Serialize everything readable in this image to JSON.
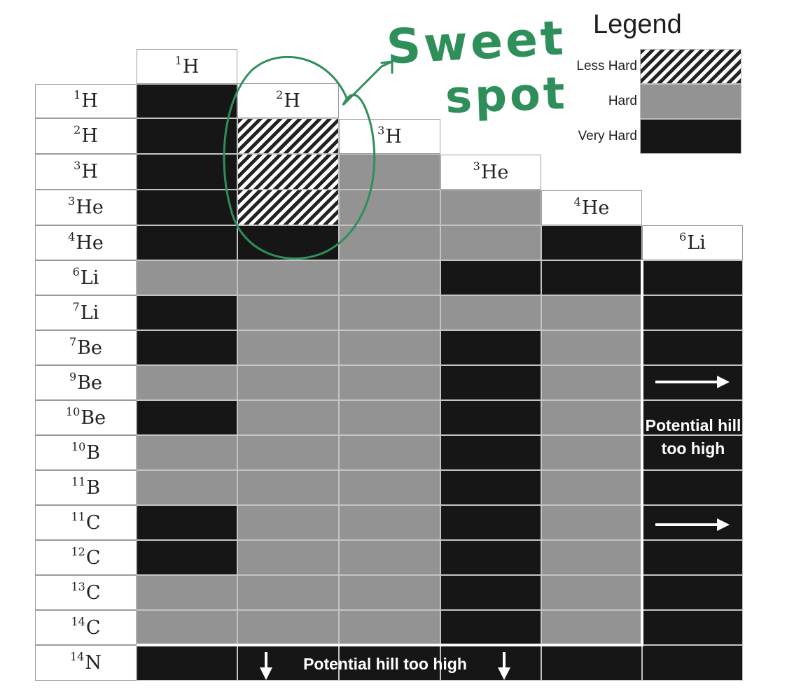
{
  "legend": {
    "title": "Legend",
    "items": [
      {
        "label": "Less Hard",
        "class": "less"
      },
      {
        "label": "Hard",
        "class": "hard"
      },
      {
        "label": "Very Hard",
        "class": "very"
      }
    ]
  },
  "colors": {
    "less": "#222222",
    "hard": "#939393",
    "very": "#161616",
    "annotation": "#2f8f5b"
  },
  "columns": [
    {
      "sym": "H",
      "mass": "1"
    },
    {
      "sym": "H",
      "mass": "2"
    },
    {
      "sym": "H",
      "mass": "3"
    },
    {
      "sym": "He",
      "mass": "3"
    },
    {
      "sym": "He",
      "mass": "4"
    },
    {
      "sym": "Li",
      "mass": "6"
    }
  ],
  "rows": [
    {
      "sym": "H",
      "mass": "1"
    },
    {
      "sym": "H",
      "mass": "2"
    },
    {
      "sym": "H",
      "mass": "3"
    },
    {
      "sym": "He",
      "mass": "3"
    },
    {
      "sym": "He",
      "mass": "4"
    },
    {
      "sym": "Li",
      "mass": "6"
    },
    {
      "sym": "Li",
      "mass": "7"
    },
    {
      "sym": "Be",
      "mass": "7"
    },
    {
      "sym": "Be",
      "mass": "9"
    },
    {
      "sym": "Be",
      "mass": "10"
    },
    {
      "sym": "B",
      "mass": "10"
    },
    {
      "sym": "B",
      "mass": "11"
    },
    {
      "sym": "C",
      "mass": "11"
    },
    {
      "sym": "C",
      "mass": "12"
    },
    {
      "sym": "C",
      "mass": "13"
    },
    {
      "sym": "C",
      "mass": "14"
    },
    {
      "sym": "N",
      "mass": "14"
    }
  ],
  "grid": [
    [
      "very",
      "",
      "",
      "",
      "",
      ""
    ],
    [
      "very",
      "less",
      "",
      "",
      "",
      ""
    ],
    [
      "very",
      "less",
      "hard",
      "",
      "",
      ""
    ],
    [
      "very",
      "less",
      "hard",
      "hard",
      "",
      ""
    ],
    [
      "very",
      "very",
      "hard",
      "hard",
      "very",
      ""
    ],
    [
      "hard",
      "hard",
      "hard",
      "very",
      "very",
      "very"
    ],
    [
      "very",
      "hard",
      "hard",
      "hard",
      "hard",
      "very"
    ],
    [
      "very",
      "hard",
      "hard",
      "very",
      "hard",
      "very"
    ],
    [
      "hard",
      "hard",
      "hard",
      "very",
      "hard",
      "very"
    ],
    [
      "very",
      "hard",
      "hard",
      "very",
      "hard",
      "very"
    ],
    [
      "hard",
      "hard",
      "hard",
      "very",
      "hard",
      "very"
    ],
    [
      "hard",
      "hard",
      "hard",
      "very",
      "hard",
      "very"
    ],
    [
      "very",
      "hard",
      "hard",
      "very",
      "hard",
      "very"
    ],
    [
      "very",
      "hard",
      "hard",
      "very",
      "hard",
      "very"
    ],
    [
      "hard",
      "hard",
      "hard",
      "very",
      "hard",
      "very"
    ],
    [
      "hard",
      "hard",
      "hard",
      "very",
      "hard",
      "very"
    ],
    [
      "very",
      "very",
      "very",
      "very",
      "very",
      "very"
    ]
  ],
  "notes": {
    "right_text": "Potential hill too high",
    "bottom_text": "Potential hill too high"
  },
  "annotation": {
    "line1": "Sweet",
    "line2": "spot"
  }
}
